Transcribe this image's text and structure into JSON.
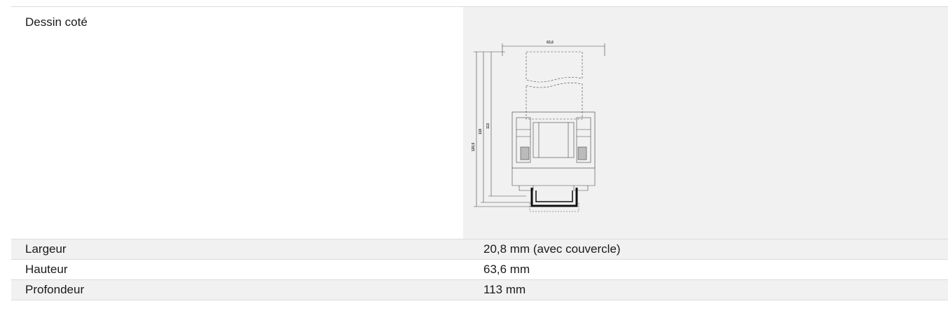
{
  "rows": [
    {
      "label": "Dessin coté",
      "value": ""
    },
    {
      "label": "Largeur",
      "value": "20,8 mm (avec couvercle)"
    },
    {
      "label": "Hauteur",
      "value": "63,6 mm"
    },
    {
      "label": "Profondeur",
      "value": "113 mm"
    }
  ],
  "drawing": {
    "dim_width": "63,6",
    "dim_h1": "120,5",
    "dim_h2": "118",
    "dim_h3": "113"
  }
}
